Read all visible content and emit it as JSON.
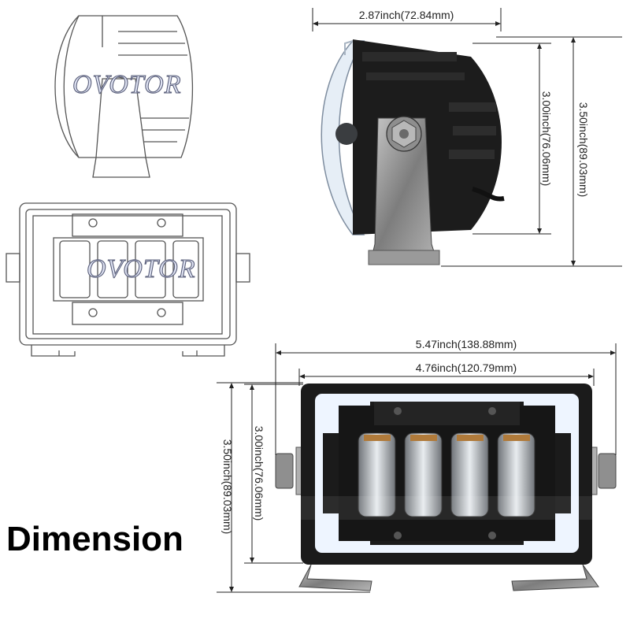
{
  "title": "Dimension",
  "watermark": "OVOTOR",
  "dimensions": {
    "side_width": "2.87inch(72.84mm)",
    "side_inner_height": "3.00inch(76.06mm)",
    "side_total_height": "3.50inch(89.03mm)",
    "front_total_width": "5.47inch(138.88mm)",
    "front_inner_width": "4.76inch(120.79mm)",
    "front_inner_height": "3.00inch(76.06mm)",
    "front_total_height": "3.50inch(89.03mm)"
  },
  "colors": {
    "housing": "#1b1b1b",
    "bracket": "#8a8a8a",
    "lens": "#d7e8f5",
    "drl": "#eef5ff"
  }
}
